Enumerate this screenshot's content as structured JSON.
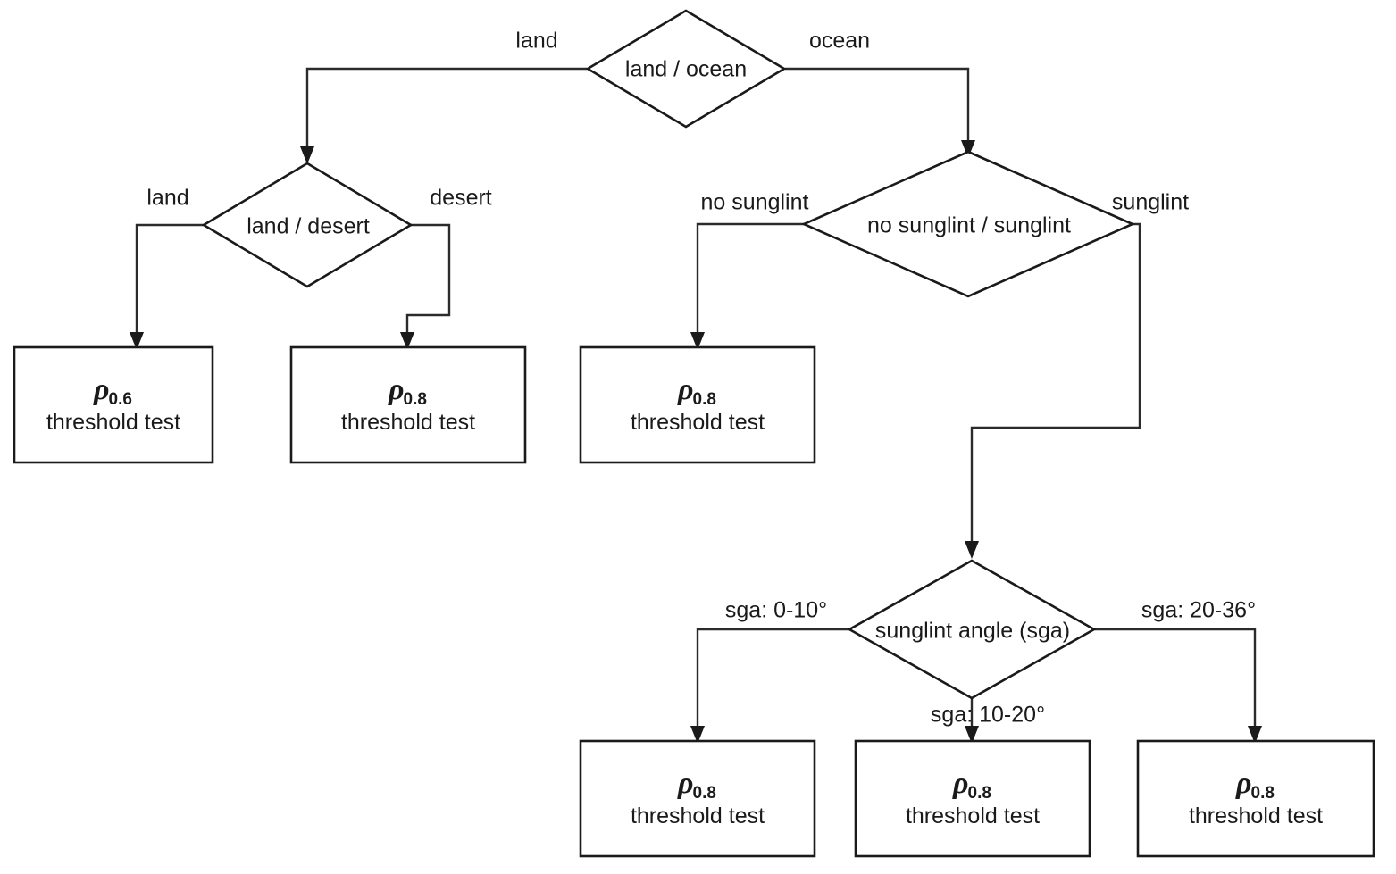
{
  "diagram": {
    "title": "Cloud-mask threshold-test decision tree",
    "background_color": "#ffffff",
    "line_color": "#2b2b2b",
    "text_color": "#1a1a1a"
  },
  "decisions": {
    "land_ocean": "land / ocean",
    "land_desert": "land / desert",
    "sunglint": "no sunglint / sunglint",
    "sunglint_angle": "sunglint angle (sga)"
  },
  "edge_labels": {
    "land": "land",
    "ocean": "ocean",
    "land2": "land",
    "desert": "desert",
    "no_sunglint": "no sunglint",
    "sunglint": "sunglint",
    "sga_0_10": "sga: 0-10°",
    "sga_10_20": "sga: 10-20°",
    "sga_20_36": "sga: 20-36°"
  },
  "terminals": [
    {
      "id": "t1",
      "rho": "ρ",
      "subscript": "0.6",
      "caption": "threshold test"
    },
    {
      "id": "t2",
      "rho": "ρ",
      "subscript": "0.8",
      "caption": "threshold test"
    },
    {
      "id": "t3",
      "rho": "ρ",
      "subscript": "0.8",
      "caption": "threshold test"
    },
    {
      "id": "t4",
      "rho": "ρ",
      "subscript": "0.8",
      "caption": "threshold test"
    },
    {
      "id": "t5",
      "rho": "ρ",
      "subscript": "0.8",
      "caption": "threshold test"
    },
    {
      "id": "t6",
      "rho": "ρ",
      "subscript": "0.8",
      "caption": "threshold test"
    }
  ]
}
